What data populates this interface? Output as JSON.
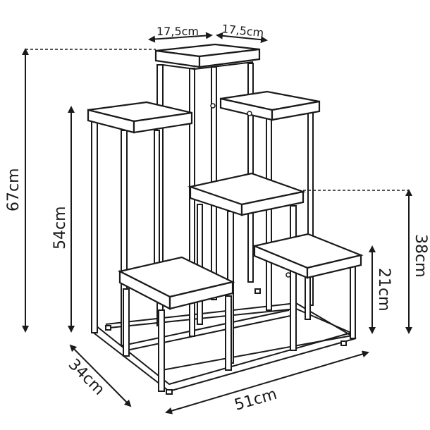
{
  "diagram": {
    "subject": "plant-stand",
    "line_color": "#1a1a1a",
    "background": "#ffffff",
    "dimensions": {
      "top_width_a": "17,5cm",
      "top_width_b": "17,5cm",
      "total_height": "67cm",
      "left_shelf_height": "54cm",
      "right_mid_height": "38cm",
      "right_low_height": "21cm",
      "depth": "34cm",
      "width": "51cm"
    }
  }
}
